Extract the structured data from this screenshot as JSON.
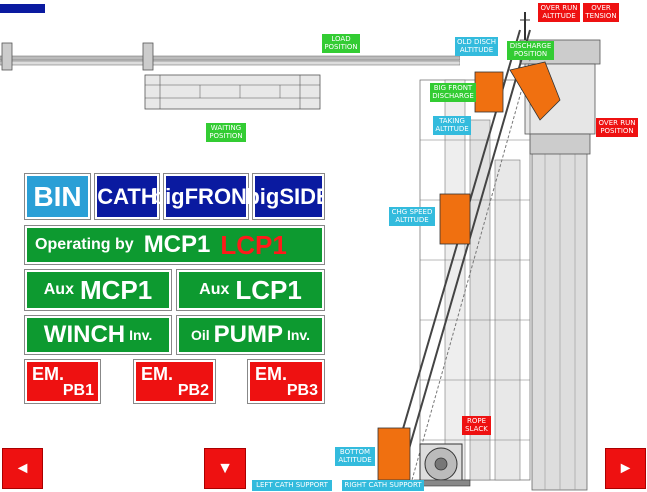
{
  "labels": {
    "load_position": "LOAD\nPOSITION",
    "waiting_position": "WAITING\nPOSITION",
    "old_disch_altitude": "OLD DISCH\nALTITUDE",
    "discharge_position": "DISCHARGE\nPOSITION",
    "over_run_altitude": "OVER RUN\nALTITUDE",
    "over_tension": "OVER\nTENSION",
    "big_front_discharge": "BIG FRONT\nDISCHARGE",
    "taking_altitude": "TAKING\nALTITUDE",
    "over_run_position": "OVER RUN\nPOSITION",
    "chg_speed_altitude": "CHG SPEED\nALTITUDE",
    "rope_slack": "ROPE\nSLACK",
    "bottom_altitude": "BOTTOM\nALTITUDE",
    "left_cath_support": "LEFT CATH SUPPORT",
    "right_cath_support": "RIGHT CATH SUPPORT"
  },
  "buttons": {
    "bin": "BIN",
    "cath": "CATH",
    "big_front": "bigFRONT",
    "big_side": "bigSIDE",
    "operating_by": "Operating by",
    "mcp1": "MCP1",
    "lcp1": "LCP1",
    "aux": "Aux",
    "aux_mcp1": "MCP1",
    "aux2": "Aux",
    "aux_lcp1": "LCP1",
    "winch": "WINCH",
    "winch_inv": "Inv.",
    "oil": "Oil",
    "pump": "PUMP",
    "pump_inv": "Inv.",
    "em": "EM.",
    "pb1": "PB1",
    "pb2": "PB2",
    "pb3": "PB3"
  },
  "nav": {
    "left": "◄",
    "down": "▼",
    "right": "►"
  },
  "colors": {
    "bin_bg": "#2a9fd6",
    "nav_blue": "#0a1aa0",
    "green": "#0d9a30",
    "red": "#ee1111",
    "lcp_red": "#ff1a1a",
    "orange": "#f07010"
  }
}
